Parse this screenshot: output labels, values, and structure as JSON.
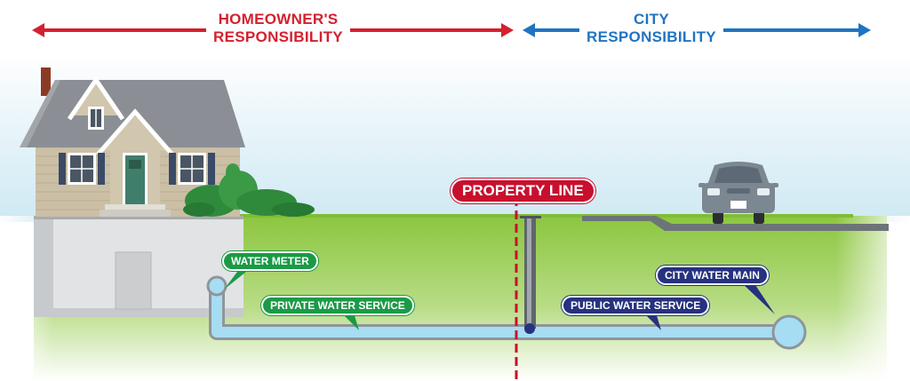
{
  "header": {
    "homeowner_line1": "HOMEOWNER'S",
    "homeowner_line2": "RESPONSIBILITY",
    "city_line1": "CITY",
    "city_line2": "RESPONSIBILITY"
  },
  "labels": {
    "property_line": "PROPERTY LINE",
    "water_meter": "WATER METER",
    "private_water_service": "PRIVATE WATER SERVICE",
    "public_water_service": "PUBLIC WATER SERVICE",
    "city_water_main": "CITY WATER MAIN"
  },
  "colors": {
    "homeowner_red": "#d4202f",
    "city_blue": "#1f74c2",
    "label_green": "#1b9a46",
    "label_navy": "#26327e",
    "pipe_light_blue": "#9fd8f2",
    "grass_green": "#8dc63f"
  }
}
